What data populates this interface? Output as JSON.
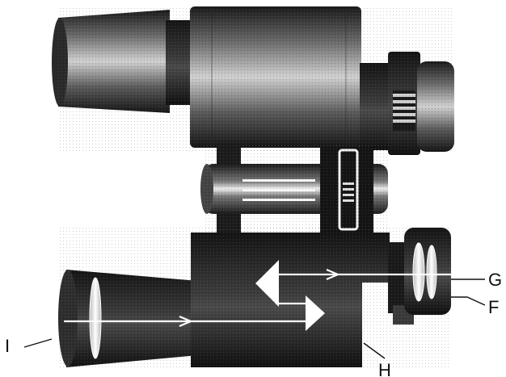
{
  "labels": {
    "G": "G",
    "F": "F",
    "I": "I",
    "H": "H"
  },
  "colors": {
    "body_dark": "#1e1e1e",
    "body_mid": "#3a3a3a",
    "highlight": "#d8d8d8",
    "light_path": "#ffffff",
    "ink": "#111111"
  }
}
